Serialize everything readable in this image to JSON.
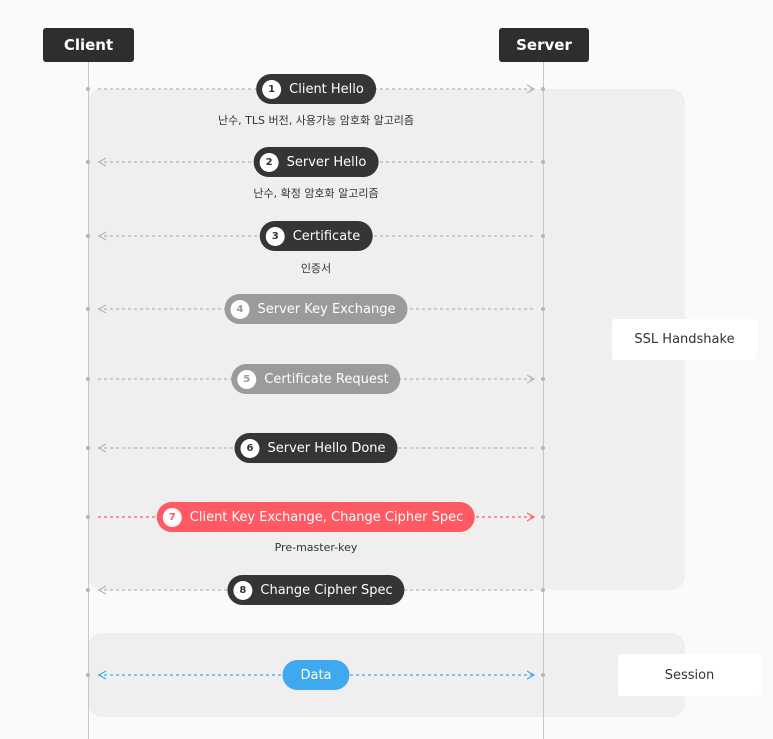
{
  "actors": {
    "client": "Client",
    "server": "Server"
  },
  "phases": {
    "handshake": "SSL Handshake",
    "session": "Session"
  },
  "colors": {
    "dark": "#353535",
    "muted": "#9b9b9b",
    "highlight": "#ff5a64",
    "data": "#3ea9ee",
    "lifeline": "#c8c8c8"
  },
  "messages": [
    {
      "step": "1",
      "label": "Client Hello",
      "note": "난수, TLS 버전, 사용가능 암호화 알고리즘",
      "direction": "client-to-server",
      "style": "dark"
    },
    {
      "step": "2",
      "label": "Server Hello",
      "note": "난수, 확정 암호화 알고리즘",
      "direction": "server-to-client",
      "style": "dark"
    },
    {
      "step": "3",
      "label": "Certificate",
      "note": "인증서",
      "direction": "server-to-client",
      "style": "dark"
    },
    {
      "step": "4",
      "label": "Server Key Exchange",
      "note": "",
      "direction": "server-to-client",
      "style": "gray"
    },
    {
      "step": "5",
      "label": "Certificate Request",
      "note": "",
      "direction": "client-to-server",
      "style": "gray"
    },
    {
      "step": "6",
      "label": "Server Hello Done",
      "note": "",
      "direction": "server-to-client",
      "style": "dark"
    },
    {
      "step": "7",
      "label": "Client Key Exchange, Change Cipher Spec",
      "note": "Pre-master-key",
      "direction": "client-to-server",
      "style": "red"
    },
    {
      "step": "8",
      "label": "Change Cipher Spec",
      "note": "",
      "direction": "server-to-client",
      "style": "dark"
    },
    {
      "step": "",
      "label": "Data",
      "note": "",
      "direction": "bidirectional",
      "style": "blue"
    }
  ]
}
